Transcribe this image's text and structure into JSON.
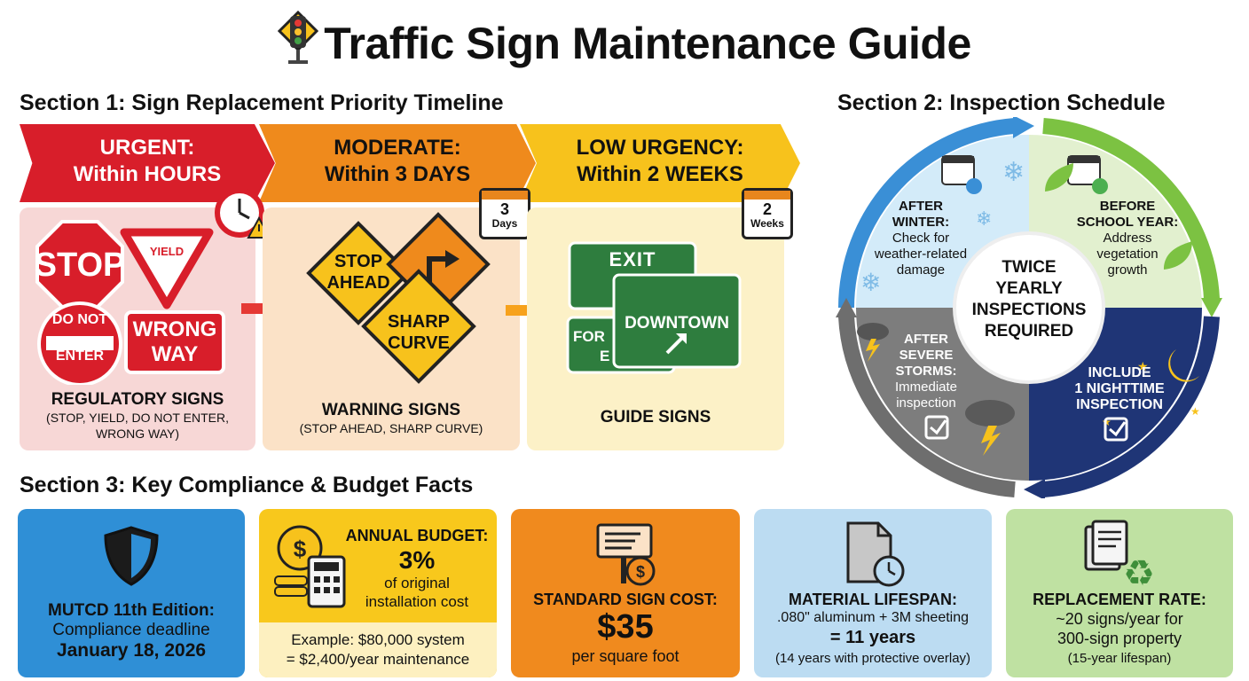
{
  "title": "Traffic Sign Maintenance Guide",
  "section1": {
    "heading": "Section 1: Sign Replacement Priority Timeline",
    "urgent": {
      "label": "URGENT:",
      "time": "Within HOURS"
    },
    "moderate": {
      "label": "MODERATE:",
      "time": "Within 3 DAYS"
    },
    "low": {
      "label": "LOW URGENCY:",
      "time": "Within 2 WEEKS"
    },
    "cal_moderate": {
      "num": "3",
      "unit": "Days"
    },
    "cal_low": {
      "num": "2",
      "unit": "Weeks"
    },
    "regulatory": {
      "signs": {
        "stop": "STOP",
        "yield": "YIELD",
        "do_not": "DO NOT",
        "enter": "ENTER",
        "wrong": "WRONG",
        "way": "WAY"
      },
      "heading": "REGULATORY SIGNS",
      "sub1": "(STOP, YIELD, DO NOT ENTER,",
      "sub2": "WRONG WAY)"
    },
    "warning": {
      "signs": {
        "stop": "STOP",
        "ahead": "AHEAD",
        "sharp": "SHARP",
        "curve": "CURVE"
      },
      "heading": "WARNING SIGNS",
      "sub": "(STOP AHEAD, SHARP CURVE)"
    },
    "guide": {
      "signs": {
        "exit": "EXIT",
        "downtown": "DOWNTOWN",
        "for": "FOR",
        "e": "E"
      },
      "heading": "GUIDE SIGNS"
    }
  },
  "section2": {
    "heading": "Section 2: Inspection Schedule",
    "center": [
      "TWICE",
      "YEARLY",
      "INSPECTIONS",
      "REQUIRED"
    ],
    "winter": {
      "b1": "AFTER",
      "b2": "WINTER:",
      "l1": "Check for",
      "l2": "weather-related",
      "l3": "damage"
    },
    "school": {
      "b1": "BEFORE",
      "b2": "SCHOOL YEAR:",
      "l1": "Address",
      "l2": "vegetation",
      "l3": "growth"
    },
    "storms": {
      "b1": "AFTER",
      "b2": "SEVERE",
      "b3": "STORMS:",
      "l1": "Immediate",
      "l2": "inspection"
    },
    "night": {
      "b1": "INCLUDE",
      "b2": "1 NIGHTTIME",
      "b3": "INSPECTION"
    }
  },
  "section3": {
    "heading": "Section 3: Key Compliance & Budget Facts",
    "mutcd": {
      "l1": "MUTCD 11th Edition:",
      "l2": "Compliance deadline",
      "l3": "January 18, 2026"
    },
    "budget": {
      "label": "ANNUAL BUDGET:",
      "pct": "3%",
      "l1": "of original",
      "l2": "installation cost",
      "ex1": "Example: $80,000 system",
      "ex2": "= $2,400/year maintenance"
    },
    "cost": {
      "label": "STANDARD SIGN COST:",
      "price": "$35",
      "unit": "per square foot"
    },
    "lifespan": {
      "label": "MATERIAL LIFESPAN:",
      "l1": ".080\" aluminum + 3M sheeting",
      "l2": "= 11 years",
      "l3": "(14 years with protective overlay)"
    },
    "replace": {
      "label": "REPLACEMENT RATE:",
      "l1": "~20 signs/year for",
      "l2": "300-sign property",
      "l3": "(15-year lifespan)"
    }
  }
}
